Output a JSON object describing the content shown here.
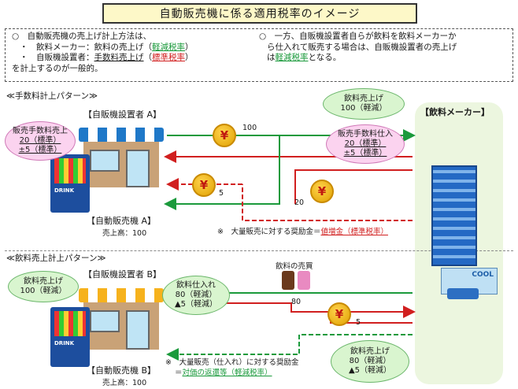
{
  "title": "自動販売機に係る適用税率のイメージ",
  "intro": {
    "left": {
      "line1": "○　自動販売機の売上げ計上方法は、",
      "line2_a": "・　飲料メーカー：飲料の売上げ（",
      "line2_b": "軽減税率",
      "line2_c": "）",
      "line3_a": "・　自販機設置者：",
      "line3_b": "手数料売上げ",
      "line3_c": "（",
      "line3_d": "標準税率",
      "line3_e": "）",
      "line4": "を計上するのが一般的。"
    },
    "right": {
      "line1": "○　一方、自販機設置者自らが飲料を飲料メーカーか",
      "line2": "ら仕入れて販売する場合は、自販機設置者の売上げ",
      "line3_a": "は",
      "line3_b": "軽減税率",
      "line3_c": "となる。"
    }
  },
  "section1": {
    "heading": "≪手数料計上パターン≫",
    "installer": "【自販機設置者 A】",
    "fee_bubble": [
      "販売手数料売上",
      "20（標準）",
      "±5（標準）"
    ],
    "machine": "【自動販売機 A】",
    "sales": "売上高：100",
    "amount_100": "100",
    "amount_20": "20",
    "amount_5": "5",
    "note_a": "※　大量販売に対する奨励金＝",
    "note_b": "値増金（標準税率）"
  },
  "maker": {
    "label": "【飲料メーカー】",
    "bubble_top": [
      "飲料売上げ",
      "100（軽減）"
    ],
    "bubble_fee": [
      "販売手数料仕入",
      "20（標準）",
      "±5（標準）"
    ],
    "cool": "COOL",
    "bubble_bottom": [
      "飲料売上げ",
      "80（軽減）",
      "▲5（軽減）"
    ]
  },
  "section2": {
    "heading": "≪飲料売上計上パターン≫",
    "installer": "【自販機設置者 B】",
    "sales_bubble": [
      "飲料売上げ",
      "100（軽減）"
    ],
    "purchase_bubble": [
      "飲料仕入れ",
      "80（軽減）",
      "▲5（軽減）"
    ],
    "drink_label": "飲料の売買",
    "amount_80": "80",
    "amount_5": "5",
    "machine": "【自動販売機 B】",
    "sales": "売上高：100",
    "note_a": "※　大量販売（仕入れ）に対する奨励金",
    "note_b": "＝",
    "note_c": "対価の返還等（軽減税率）"
  },
  "icons": {
    "coin": "¥",
    "drink": "DRINK"
  },
  "colors": {
    "green_arrow": "#1b9a3c",
    "red_arrow": "#d11f1f",
    "title_bg": "#fdf8c8"
  }
}
